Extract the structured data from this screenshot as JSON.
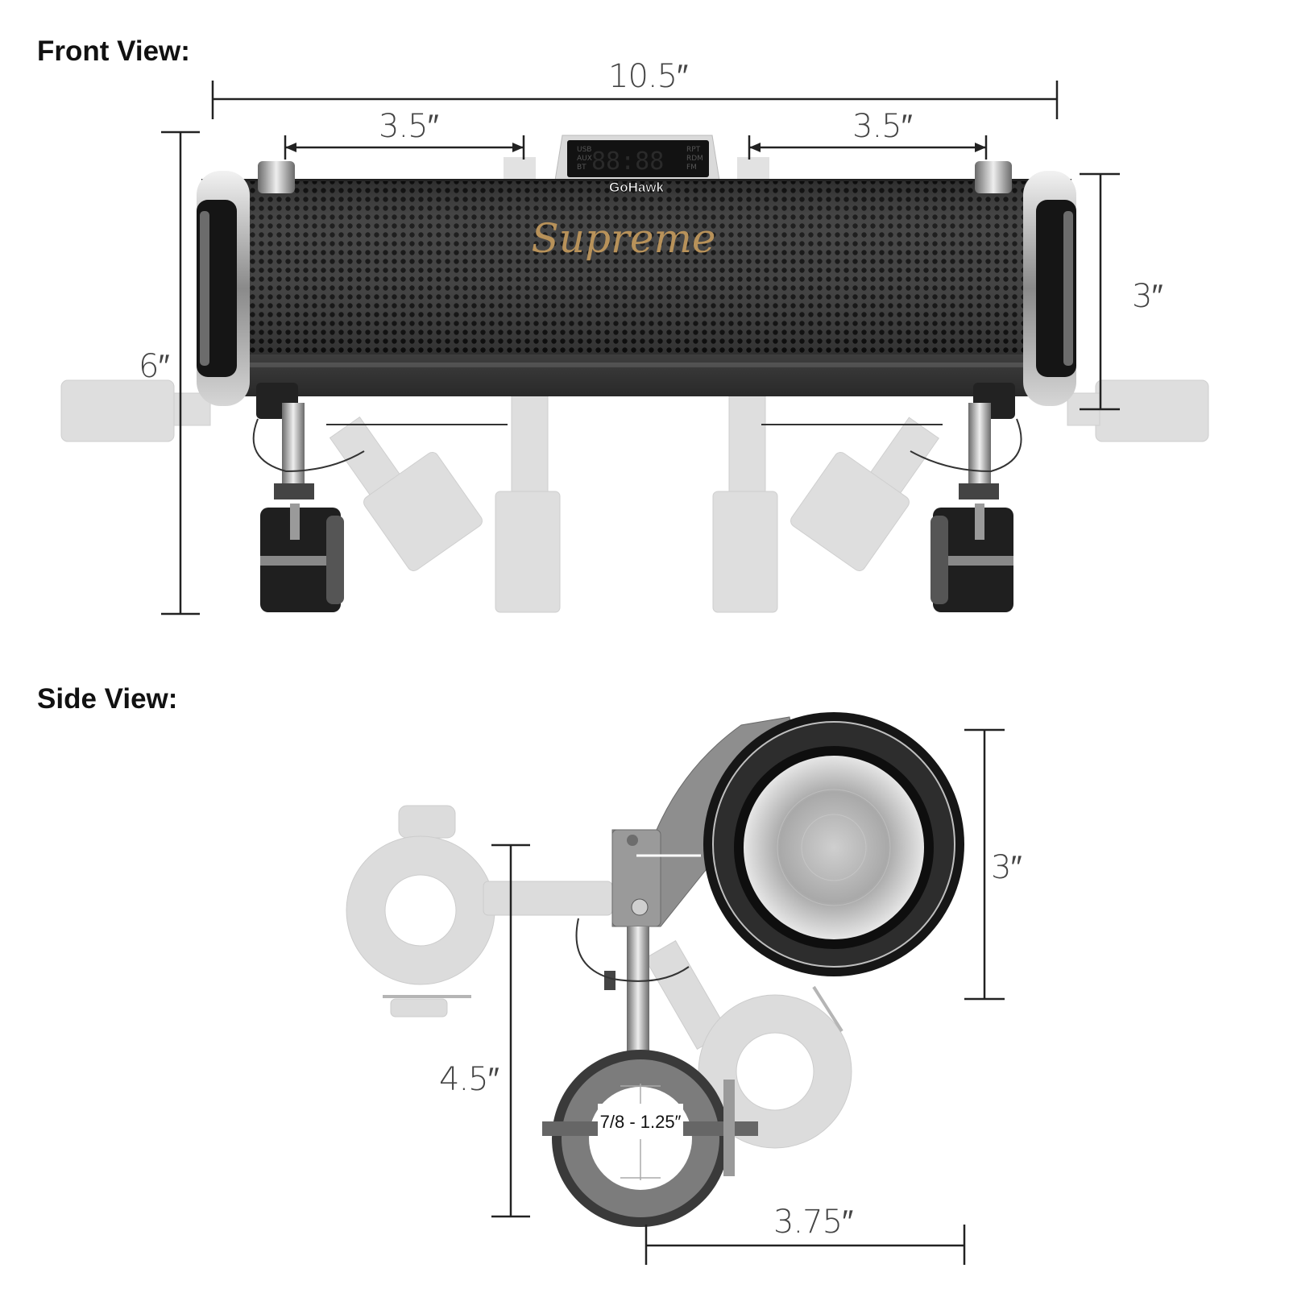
{
  "front_view": {
    "title": "Front View:",
    "width_total": "10.5″",
    "spacing_left": "3.5″",
    "spacing_right": "3.5″",
    "height_total": "6″",
    "tube_diameter": "3″",
    "brand": "GoHawk",
    "model": "Supreme",
    "display": {
      "left_labels": [
        "USB",
        "AUX",
        "BT"
      ],
      "digits": "88:88",
      "right_labels": [
        "RPT",
        "RDM",
        "FM"
      ]
    }
  },
  "side_view": {
    "title": "Side View:",
    "speaker_diameter": "3″",
    "mount_height": "4.5″",
    "mount_depth": "3.75″",
    "clamp_range": "7/8 - 1.25″"
  },
  "colors": {
    "metal": "#2a2a2a",
    "chrome": "#b8b8b8",
    "ghost": "#d9d9d9",
    "accent": "#b8925a"
  }
}
